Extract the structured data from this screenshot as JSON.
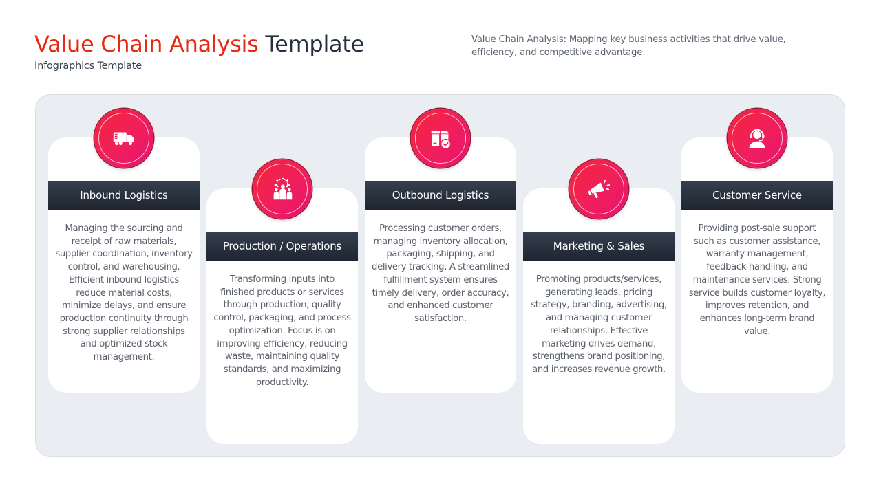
{
  "header": {
    "title_accent": "Value Chain Analysis",
    "title_dark": "Template",
    "subtitle": "Infographics Template",
    "description": "Value Chain Analysis: Mapping key business activities that drive value, efficiency, and competitive advantage."
  },
  "colors": {
    "accent": "#e42a12",
    "title_dark": "#27303d",
    "icon_gradient_start": "#f5253a",
    "icon_gradient_end": "#e91270",
    "header_bar": "#27303d",
    "panel_bg": "#eaedf2",
    "card_bg": "#ffffff",
    "body_text": "#5a606b"
  },
  "stages": [
    {
      "title": "Inbound Logistics",
      "icon": "delivery-truck-icon",
      "body": "Managing the sourcing and receipt of raw materials, supplier coordination, inventory control, and warehousing. Efficient inbound logistics reduce material costs, minimize delays, and ensure production continuity through strong supplier relationships and optimized stock management."
    },
    {
      "title": "Production / Operations",
      "icon": "gear-team-icon",
      "body": "Transforming inputs into finished products or services through production, quality control, packaging, and process optimization. Focus is on improving efficiency, reducing waste, maintaining quality standards, and maximizing productivity."
    },
    {
      "title": "Outbound Logistics",
      "icon": "package-check-icon",
      "body": "Processing customer orders, managing inventory allocation, packaging, shipping, and delivery tracking. A streamlined fulfillment system ensures timely delivery, order accuracy, and enhanced customer satisfaction."
    },
    {
      "title": "Marketing & Sales",
      "icon": "megaphone-icon",
      "body": "Promoting products/services, generating leads, pricing strategy, branding, advertising, and managing customer relationships. Effective marketing drives demand, strengthens brand positioning, and increases revenue growth."
    },
    {
      "title": "Customer Service",
      "icon": "headset-agent-icon",
      "body": "Providing post-sale support such as customer assistance, warranty management, feedback handling, and maintenance services. Strong service builds customer loyalty, improves retention, and enhances long-term brand value."
    }
  ]
}
